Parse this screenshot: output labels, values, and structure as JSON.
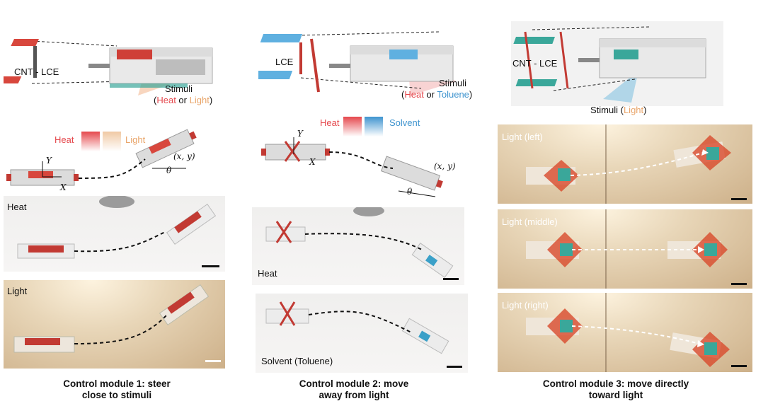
{
  "figure": {
    "modules": [
      {
        "render_labels": {
          "material": "CNT - LCE",
          "stimuli": "Stimuli"
        },
        "stimuli_parts": {
          "open": "(",
          "a": "Heat",
          "or": " or ",
          "b": "Light",
          "close": ")"
        },
        "legend": {
          "a": "Heat",
          "b": "Light"
        },
        "math": {
          "y": "Y",
          "x": "X",
          "xy": "(x, y)",
          "theta": "θ"
        },
        "photos": [
          {
            "label": "Heat"
          },
          {
            "label": "Light"
          }
        ],
        "caption": {
          "line1": "Control module 1: steer",
          "line2": "close to stimuli"
        }
      },
      {
        "render_labels": {
          "material": "LCE",
          "stimuli": "Stimuli"
        },
        "stimuli_parts": {
          "open": "(",
          "a": "Heat",
          "or": " or ",
          "b": "Toluene",
          "close": ")"
        },
        "legend": {
          "a": "Heat",
          "b": "Solvent"
        },
        "math": {
          "y": "Y",
          "x": "X",
          "xy": "(x, y)",
          "theta": "θ"
        },
        "photos": [
          {
            "label": "Heat"
          },
          {
            "label": "Solvent (Toluene)"
          }
        ],
        "caption": {
          "line1": "Control module 2: move",
          "line2": "away from light"
        }
      },
      {
        "render_labels": {
          "material": "CNT - LCE",
          "stimuli": "Stimuli ("
        },
        "stimuli_parts": {
          "a": "Light",
          "close": ")"
        },
        "photos": [
          {
            "label": "Light (left)"
          },
          {
            "label": "Light (middle)"
          },
          {
            "label": "Light (right)"
          }
        ],
        "caption": {
          "line1": "Control module 3: move directly",
          "line2": "toward light"
        }
      }
    ],
    "colors": {
      "heat": "#e5484d",
      "light": "#e9a56a",
      "solvent": "#3f94cf",
      "robot_red": "#c23a33",
      "robot_teal": "#3aa79a"
    }
  }
}
